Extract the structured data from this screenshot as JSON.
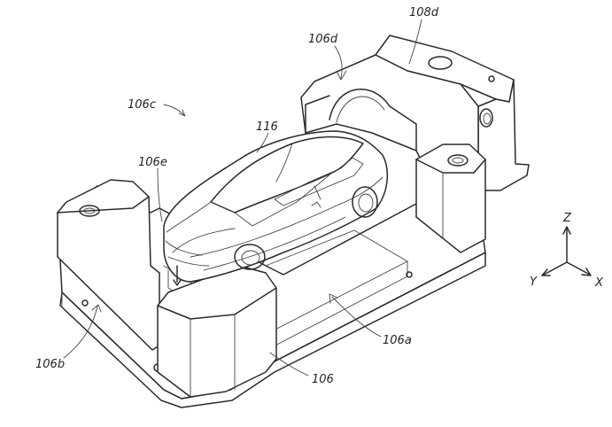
{
  "labels": {
    "l106d": "106d",
    "l108d": "108d",
    "l106c": "106c",
    "l116": "116",
    "l106e": "106e",
    "l106b": "106b",
    "l106a": "106a",
    "l106": "106"
  },
  "axes": {
    "z": "Z",
    "y": "Y",
    "x": "X"
  }
}
